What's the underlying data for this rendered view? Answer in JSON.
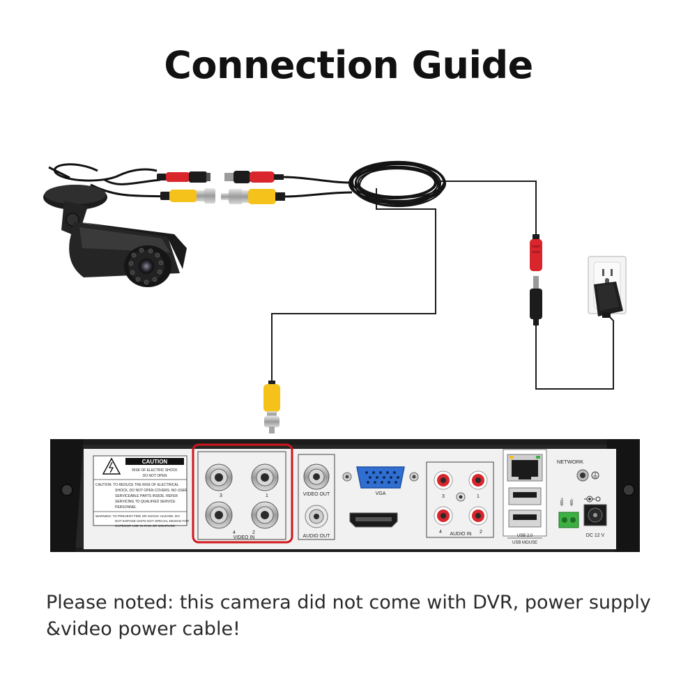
{
  "title": "Connection Guide",
  "note": "Please noted: this camera did not come with DVR, power supply &video power cable!",
  "dvr": {
    "caution_heading": "CAUTION",
    "caution_lines": [
      "RISK OF ELECTRIC SHOCK",
      "DO NOT OPEN"
    ],
    "caution_text": [
      "CAUTION: TO REDUCE THE RISK OF ELECTRICAL",
      "SHOCK, DO NOT OPEN COVERS. NO USER",
      "SERVICEABLE PARTS INSIDE. REFER",
      "SERVICING TO QUALIFIED SERVICE",
      "PERSONNEL"
    ],
    "warning_text": [
      "WARNING: TO PREVENT FIRE OR SHOCK HAZARD, DO",
      "NOT EXPOSE UNITS NOT SPECIAL DESIGN FOR",
      "OUTDOOR USE IN RAIN OR MOISTURE"
    ],
    "video_in_label": "VIDEO IN",
    "video_in_numbers": [
      "3",
      "1",
      "4",
      "2"
    ],
    "video_out_label": "VIDEO OUT",
    "audio_out_label": "AUDIO OUT",
    "vga_label": "VGA",
    "audio_in_label": "AUDIO IN",
    "audio_in_numbers": [
      "3",
      "1",
      "4",
      "2"
    ],
    "usb_label_1": "USB 2.0",
    "usb_label_2": "USB MOUSE",
    "network_label": "NETWORK",
    "rs485_labels": [
      "485+",
      "485-"
    ],
    "dc_label": "DC 12 V"
  },
  "colors": {
    "cable_red": "#d8262c",
    "cable_yellow": "#f4c21a",
    "highlight": "#d0161c",
    "panel": "#f1f1f1",
    "chassis": "#1c1c1c"
  }
}
